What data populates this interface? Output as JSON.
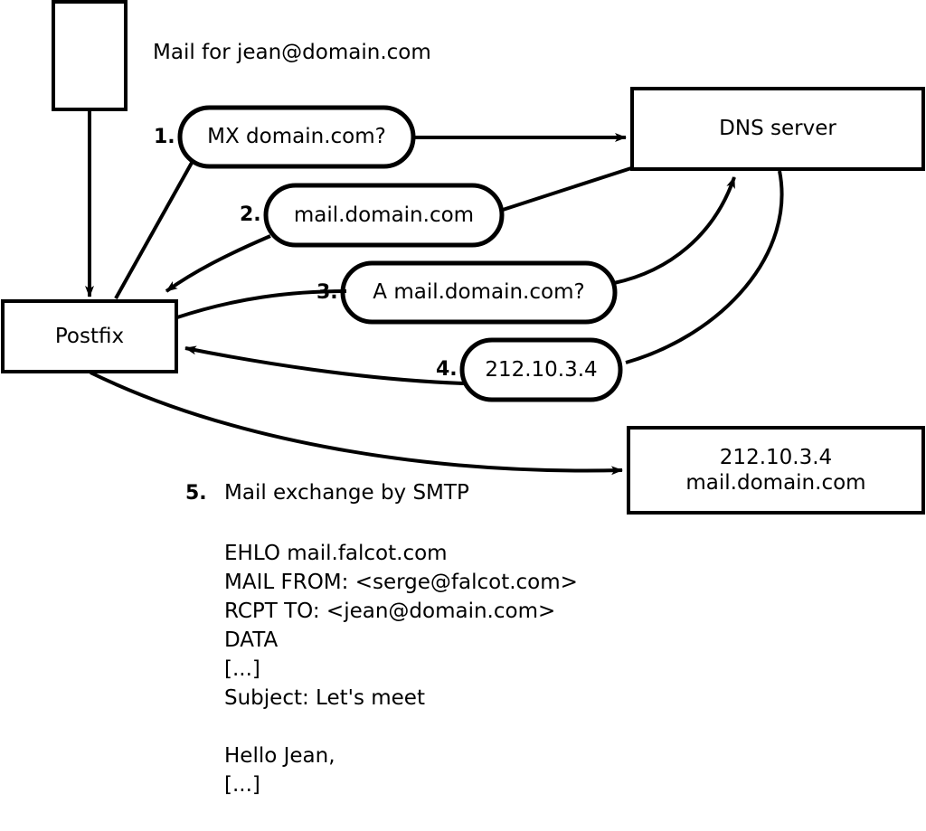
{
  "diagram": {
    "title_text": "Mail for jean@domain.com",
    "nodes": [
      {
        "id": "sender-box",
        "label": "",
        "shape": "rect"
      },
      {
        "id": "postfix",
        "label": "Postfix",
        "shape": "rect"
      },
      {
        "id": "dns-server",
        "label": "DNS server",
        "shape": "rect"
      },
      {
        "id": "remote-mailserver",
        "label": "212.10.3.4\nmail.domain.com",
        "shape": "rect"
      }
    ],
    "messages": [
      {
        "num": "1.",
        "label": "MX domain.com?"
      },
      {
        "num": "2.",
        "label": "mail.domain.com"
      },
      {
        "num": "3.",
        "label": "A mail.domain.com?"
      },
      {
        "num": "4.",
        "label": "212.10.3.4"
      }
    ],
    "step5": {
      "num": "5.",
      "label": "Mail exchange by SMTP"
    },
    "smtp_transcript": [
      "EHLO mail.falcot.com",
      "MAIL FROM: <serge@falcot.com>",
      "RCPT TO: <jean@domain.com>",
      "DATA",
      "[...]",
      "Subject: Let's meet",
      "",
      "Hello Jean,",
      "[...]",
      "",
      "."
    ],
    "colors": {
      "stroke": "#000000",
      "fill": "#ffffff",
      "text": "#000000"
    }
  }
}
